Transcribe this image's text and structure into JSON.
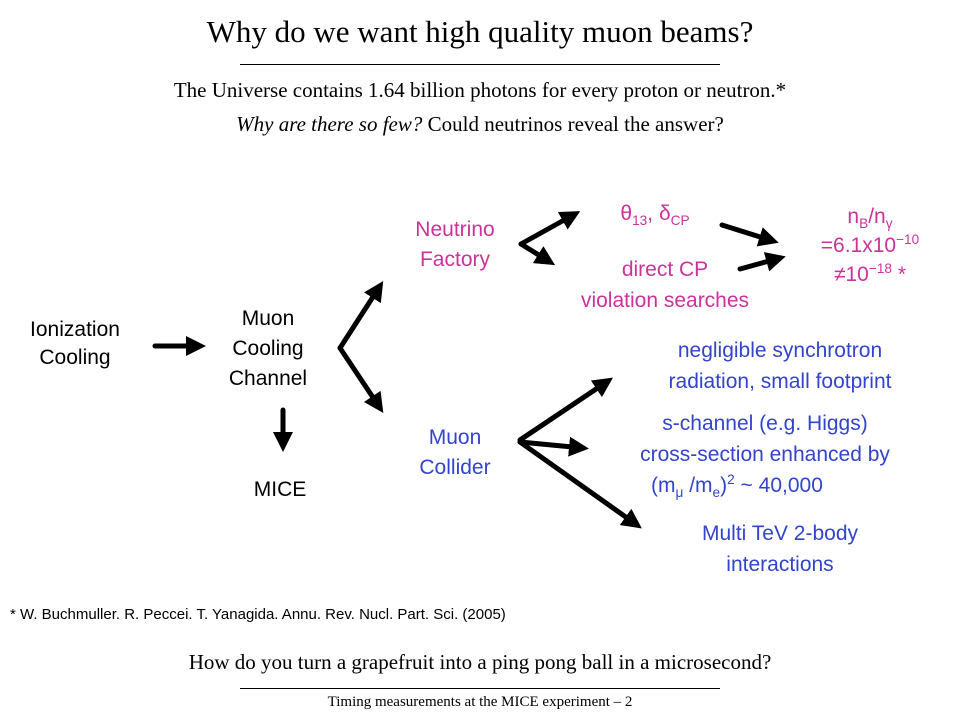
{
  "title": "Why do we want high quality muon beams?",
  "intro": {
    "line1": "The Universe contains 1.64 billion photons for every proton or neutron.*",
    "line2_italic": "Why are there so few?",
    "line2_rest": " Could neutrinos reveal the answer?"
  },
  "nodes": {
    "ionization_cooling": [
      "Ionization",
      "Cooling"
    ],
    "muon_cooling_channel": [
      "Muon",
      "Cooling",
      "Channel"
    ],
    "mice": "MICE",
    "neutrino_factory": [
      "Neutrino",
      "Factory"
    ],
    "muon_collider": [
      "Muon",
      "Collider"
    ],
    "theta": {
      "theta_symbol": "θ",
      "theta_sub": "13",
      "sep": ",  ",
      "delta_symbol": "δ",
      "delta_sub": "CP"
    },
    "direct_cp": [
      "direct CP",
      "violation searches"
    ],
    "ratio": {
      "n1": "n",
      "sub_b": "B",
      "slash": "/n",
      "sub_gamma": "γ",
      "value_base": "=6.1x10",
      "value_exp": "−10",
      "neq": "≠",
      "neq_base": "10",
      "neq_exp": "−18",
      "star": " *"
    },
    "synchrotron": [
      "negligible synchrotron",
      "radiation, small footprint"
    ],
    "s_channel": {
      "line1": "s-channel (e.g. Higgs)",
      "line2": "cross-section enhanced by",
      "l3_open": "(m",
      "l3_mu": "μ",
      "l3_mid": " /m",
      "l3_e": "e",
      "l3_close": ")",
      "l3_exp": "2",
      "l3_rest": " ~ 40,000"
    },
    "multi_tev": [
      "Multi TeV 2-body",
      "interactions"
    ]
  },
  "footnote": "* W. Buchmuller. R. Peccei. T. Yanagida. Annu. Rev. Nucl. Part. Sci. (2005)",
  "question": "How do you turn a grapefruit into a ping pong ball in a microsecond?",
  "footer": "Timing measurements at the MICE experiment – 2",
  "colors": {
    "black": "#000000",
    "pink": "#cc3399",
    "blue": "#3344cc"
  }
}
